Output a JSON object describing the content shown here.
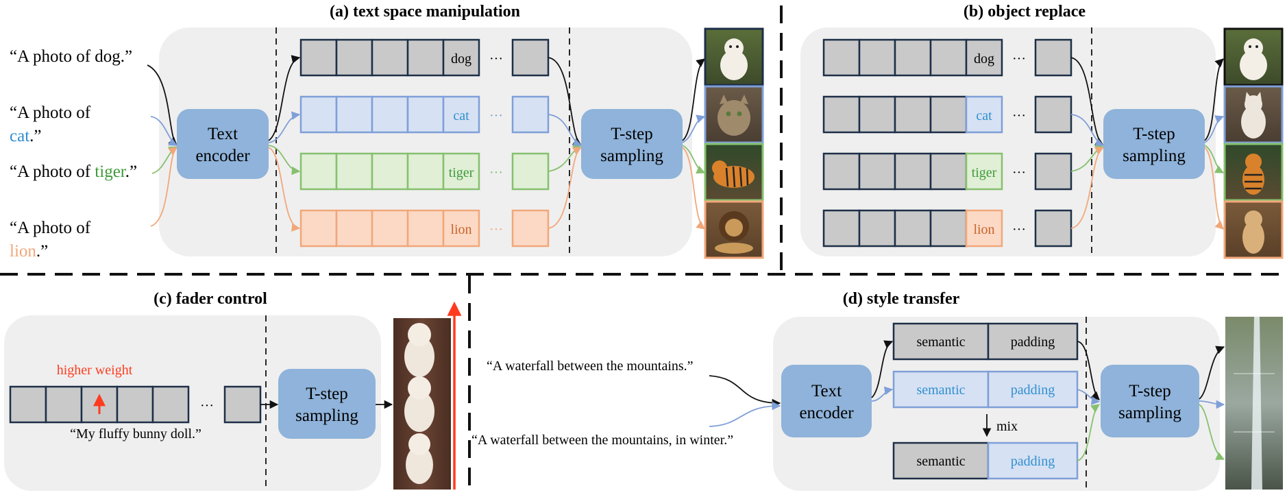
{
  "colors": {
    "panel": "#efefef",
    "node": "#8fb3da",
    "dark": "#1d2f47",
    "gray": "#c9c9c9",
    "blue_fill": "#d6e1f3",
    "blue_stroke": "#7f9fd8",
    "blue_text": "#2f8fd0",
    "green_fill": "#e0efd6",
    "green_stroke": "#86c06e",
    "green_text": "#3e9a3a",
    "orange_fill": "#fbd9c5",
    "orange_stroke": "#f1a77a",
    "orange_text": "#c8632a",
    "red": "#ff3b1f"
  },
  "panel_a": {
    "title": "(a) text space manipulation",
    "prompts": [
      {
        "pre": "“A photo of dog.”",
        "word": "",
        "post": ""
      },
      {
        "pre": "“A photo of",
        "word": "cat",
        "post": ".”"
      },
      {
        "pre": "“A photo of ",
        "word": "tiger",
        "post": ".”"
      },
      {
        "pre": "“A photo of",
        "word": "lion",
        "post": ".”"
      }
    ],
    "encoder": [
      "Text",
      "encoder"
    ],
    "sampler": [
      "T-step",
      "sampling"
    ],
    "tokens": [
      "dog",
      "cat",
      "tiger",
      "lion"
    ],
    "ellipsis": "···"
  },
  "panel_b": {
    "title": "(b) object replace",
    "sampler": [
      "T-step",
      "sampling"
    ],
    "tokens": [
      "dog",
      "cat",
      "tiger",
      "lion"
    ],
    "ellipsis": "···"
  },
  "panel_c": {
    "title": "(c) fader control",
    "weight_label": "higher weight",
    "prompt": "“My fluffy bunny doll.”",
    "sampler": [
      "T-step",
      "sampling"
    ],
    "ellipsis": "···"
  },
  "panel_d": {
    "title": "(d) style transfer",
    "prompt1": "“A waterfall between the mountains.”",
    "prompt2": "“A waterfall between the mountains, in winter.”",
    "encoder": [
      "Text",
      "encoder"
    ],
    "sampler": [
      "T-step",
      "sampling"
    ],
    "semantic": "semantic",
    "padding": "padding",
    "mix": "mix"
  }
}
